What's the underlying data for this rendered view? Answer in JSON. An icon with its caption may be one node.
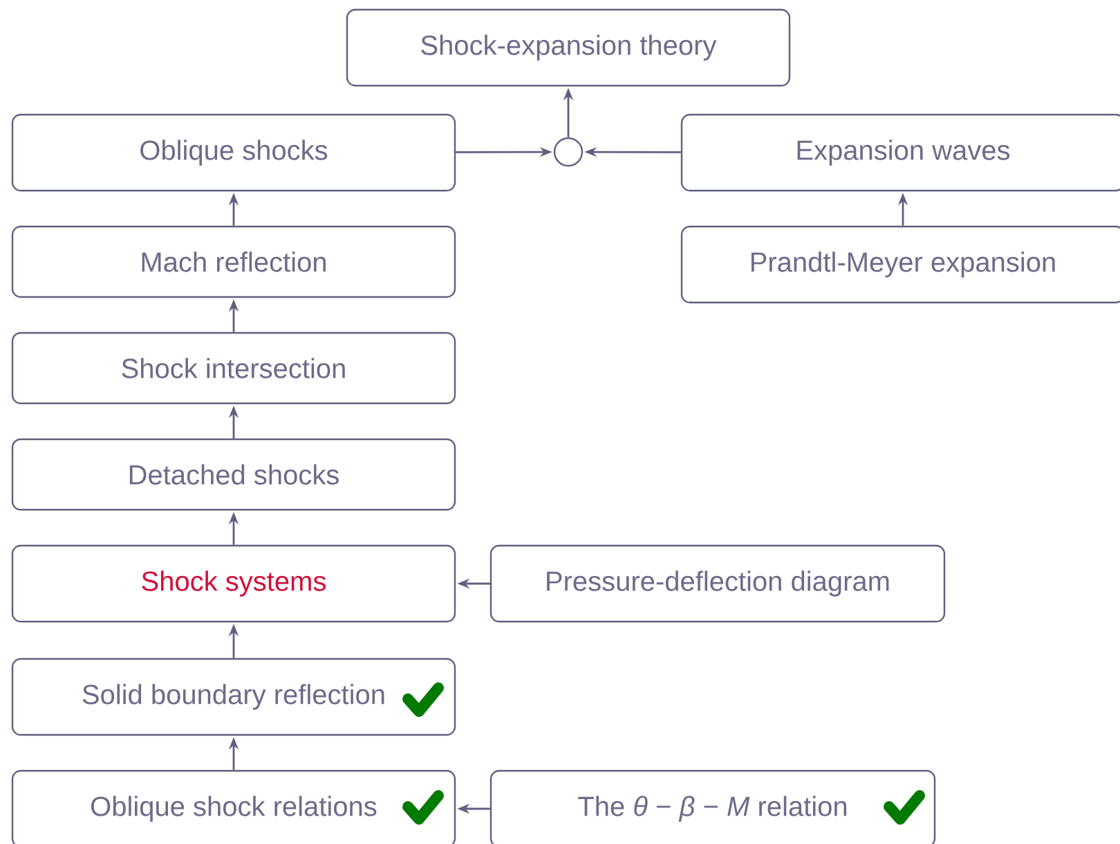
{
  "diagram": {
    "nodes": [
      {
        "text": [
          "Shock-expansion theory"
        ]
      },
      {
        "text": [
          "Oblique shocks"
        ]
      },
      {
        "text": [],
        "shape": "circle"
      },
      {
        "text": [
          "Expansion waves"
        ]
      },
      {
        "text": [
          "Mach reflection"
        ]
      },
      {
        "text": [
          "Prandtl-Meyer expansion"
        ]
      },
      {
        "text": [
          "Shock intersection"
        ]
      },
      {
        "text": [
          "Detached shocks"
        ]
      },
      {
        "text": [
          "Shock systems"
        ]
      },
      {
        "text": [
          "Pressure-deflection diagram"
        ]
      },
      {
        "text": [
          "Solid boundary reflection"
        ]
      },
      {
        "text": [
          "Oblique shock relations"
        ]
      },
      {
        "text": [
          "The *θ* − *β* − *M* relation"
        ]
      }
    ],
    "edges": [
      {
        "from": 1,
        "to": 2,
        "arrow": "to"
      },
      {
        "from": 3,
        "to": 2,
        "arrow": "to"
      },
      {
        "from": 2,
        "to": 0,
        "arrow": "to"
      },
      {
        "from": 4,
        "to": 1,
        "arrow": "to"
      },
      {
        "from": 5,
        "to": 3,
        "arrow": "to"
      },
      {
        "from": 6,
        "to": 4,
        "arrow": "to"
      },
      {
        "from": 7,
        "to": 6,
        "arrow": "to"
      },
      {
        "from": 8,
        "to": 7,
        "arrow": "to"
      },
      {
        "from": 9,
        "to": 8,
        "arrow": "to"
      },
      {
        "from": 10,
        "to": 8,
        "arrow": "to"
      },
      {
        "from": 11,
        "to": 10,
        "arrow": "to"
      },
      {
        "from": 12,
        "to": 11,
        "arrow": "to"
      }
    ]
  }
}
